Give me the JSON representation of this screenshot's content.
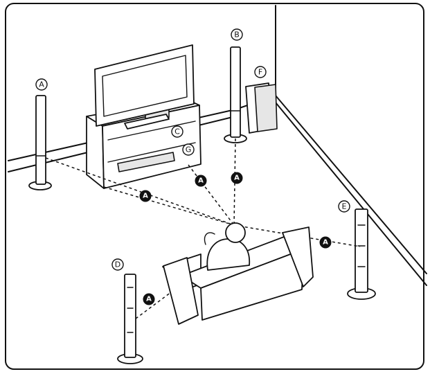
{
  "labels": {
    "front_left": "A",
    "center": "B",
    "receiver": "C",
    "surround_left": "D",
    "surround_right": "E",
    "subwoofer": "F",
    "unit": "G"
  },
  "distance_marker": "A",
  "colors": {
    "ink": "#111111",
    "paper": "#ffffff",
    "tint": "#e6e6e6"
  }
}
